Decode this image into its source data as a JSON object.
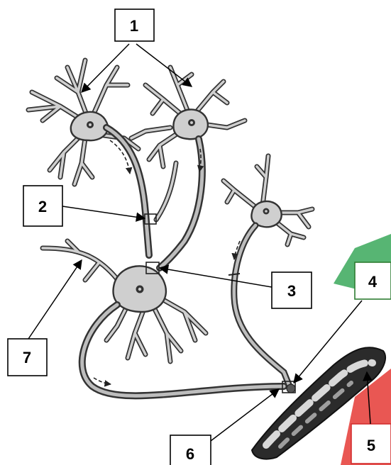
{
  "labels": {
    "l1": "1",
    "l2": "2",
    "l3": "3",
    "l4": "4",
    "l5": "5",
    "l6": "6",
    "l7": "7"
  },
  "colors": {
    "background_green": "#3aa85a",
    "background_red": "#e53935",
    "muscle_dark": "#2b2b2b",
    "muscle_light": "#d9d9d9"
  }
}
